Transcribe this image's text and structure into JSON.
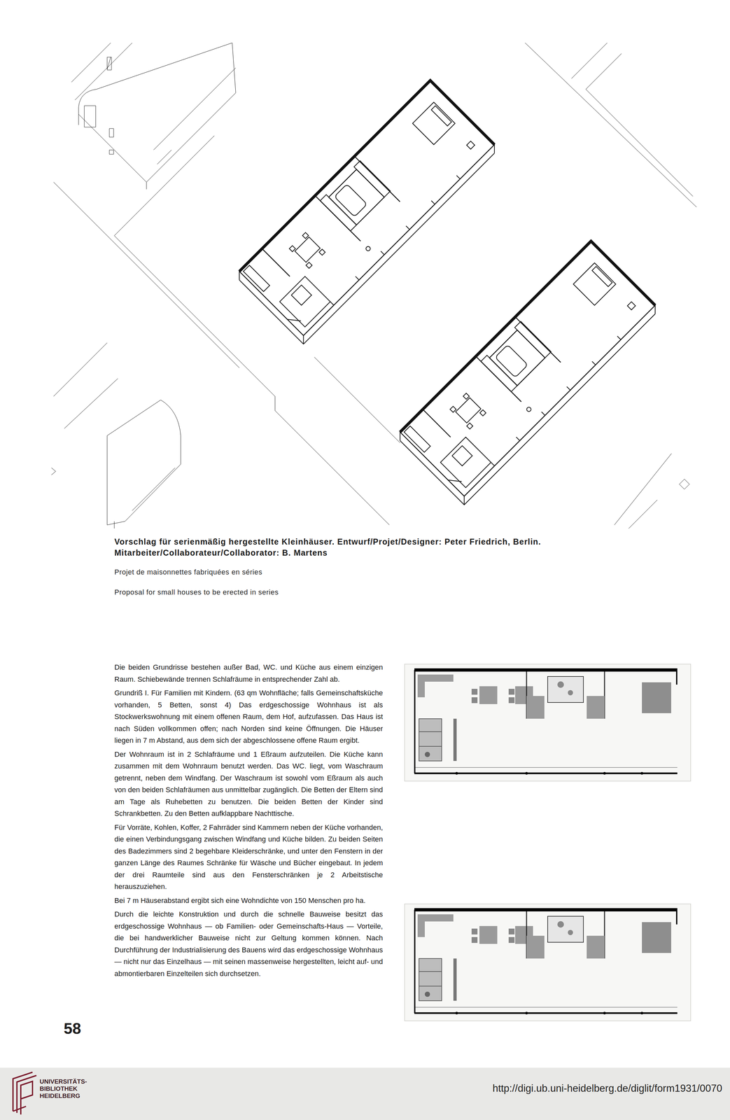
{
  "diagram": {
    "title": "Vorschlag für serienmäßig hergestellte Kleinhäuser. Entwurf/Projet/Designer: Peter Friedrich, Berlin. Mitarbeiter/Collaborateur/Collaborator: B. Martens",
    "caption": "Projet de maisonnettes fabriquées en séries",
    "labels": [
      "Die beiden Grundrisse bestehen außer Bad, WC. und Küche aus einem einzigen Raum. Schiebewände trennen Schlafräume in entsprechender Zahl ab.",
      "Grundriß I. Für Familien mit Kindern. (63 qm Wohnfläche; falls Gemeinschaftsküche vorhanden, 5 Betten, sonst 4) Das erdgeschossige Wohnhaus ist als Stockwerkswohnung mit einem offenen Raum, dem Hof, aufzufassen. Das Haus ist nach Süden vollkommen offen; nach Norden sind keine Öffnungen. Die Häuser liegen in 7 m Abstand, aus dem sich der abgeschlossene offene Raum ergibt.",
      "Der Wohnraum ist in 2 Schlafräume und 1 Eßraum aufzuteilen. Die Küche kann zusammen mit dem Wohnraum benutzt werden. Das WC. liegt, vom Waschraum getrennt, neben dem Windfang. Der Waschraum ist sowohl vom Eßraum als auch von den beiden Schlafräumen aus unmittelbar zugänglich. Die Betten der Eltern sind am Tage als Ruhebetten zu benutzen. Die beiden Betten der Kinder sind Schrankbetten. Zu den Betten aufklappbare Nachttische.",
      "Für Vorräte, Kohlen, Koffer, 2 Fahrräder sind Kammern neben der Küche vorhanden, die einen Verbindungsgang zwischen Windfang und Küche bilden. Zu beiden Seiten des Badezimmers sind 2 begehbare Kleiderschränke, und unter den Fenstern in der ganzen Länge des Raumes Schränke für Wäsche und Bücher eingebaut. In jedem der drei Raumteile sind aus den Fensterschränken je 2 Arbeitstische herauszuziehen.",
      "Bei 7 m Häuserabstand ergibt sich eine Wohndichte von 150 Menschen pro ha.",
      "Durch die leichte Konstruktion und durch die schnelle Bauweise besitzt das erdgeschossige Wohnhaus — ob Familien- oder Gemeinschafts-Haus — Vorteile, die bei handwerklicher Bauweise nicht zur Geltung kommen können. Nach Durchführung der Industrialisierung des Bauens wird das erdgeschossige Wohnhaus — nicht nur das Einzelhaus — mit seinen massenweise hergestellten, leicht auf- und abmontierbaren Einzelteilen sich durchsetzen.",
      "Proposal for small houses to be erected in series",
      "58",
      "UNIVERSITÄTS- BIBLIOTHEK HEIDELBERG",
      "http://digi.ub.uni-heidelberg.de/diglit/form1931/0070"
    ]
  }
}
